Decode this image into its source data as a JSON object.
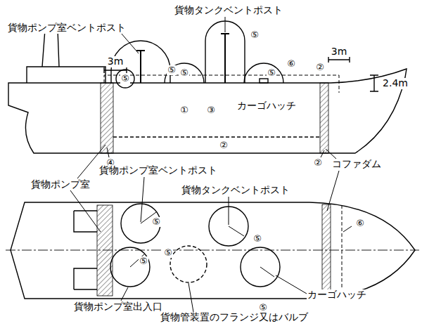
{
  "diagram": {
    "labels": [
      "貨物タンクベントポスト",
      "貨物ポンプ室ベントポスト",
      "⑤",
      "⑤",
      "⑤",
      "⑤",
      "⑤",
      "3m",
      "3m",
      "⑥",
      "②",
      "2.4m",
      "①",
      "③",
      "カーゴハッチ",
      "④",
      "②",
      "②",
      "コファダム",
      "貨物ポンプ室ベントポスト",
      "貨物ポンプ室",
      "貨物タンクベントポスト",
      "⑥",
      "⑤",
      "⑤",
      "⑤",
      "⑤",
      "⑤",
      "カーゴハッチ",
      "貨物ポンプ室出入口",
      "貨物管装置のフランジ又はバルブ"
    ]
  }
}
